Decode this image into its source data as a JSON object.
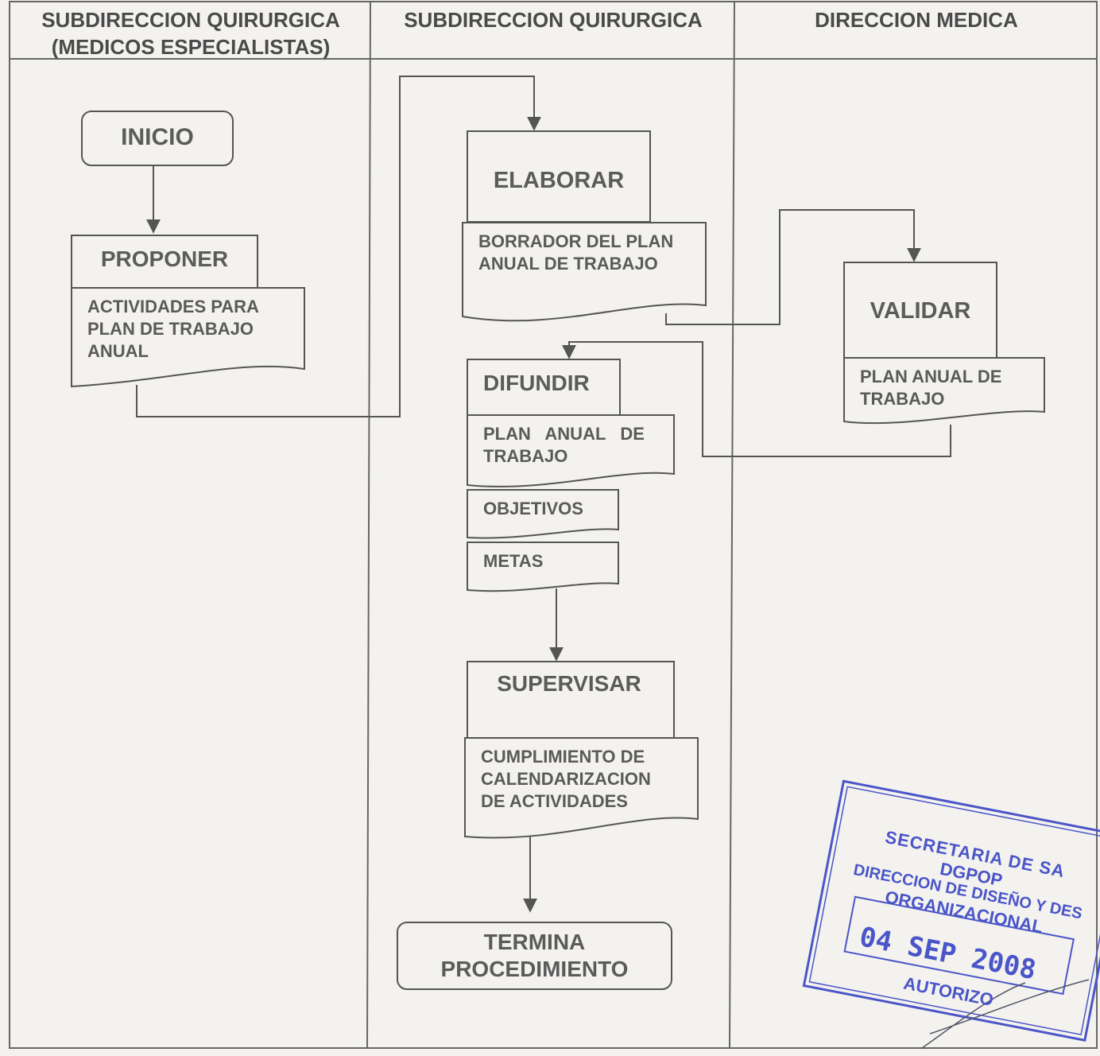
{
  "lanes": {
    "lane1": "SUBDIRECCION QUIRURGICA\n(MEDICOS ESPECIALISTAS)",
    "lane2": "SUBDIRECCION QUIRURGICA",
    "lane3": "DIRECCION MEDICA"
  },
  "steps": {
    "inicio": "INICIO",
    "proponer": "PROPONER",
    "proponer_doc": "ACTIVIDADES PARA\nPLAN DE TRABAJO\nANUAL",
    "elaborar": "ELABORAR",
    "elaborar_doc": "BORRADOR DEL PLAN\nANUAL DE TRABAJO",
    "validar": "VALIDAR",
    "validar_doc": "PLAN ANUAL DE\nTRABAJO",
    "difundir": "DIFUNDIR",
    "difundir_doc": "PLAN   ANUAL   DE\nTRABAJO",
    "objetivos": "OBJETIVOS",
    "metas": "METAS",
    "supervisar": "SUPERVISAR",
    "supervisar_doc": "CUMPLIMIENTO DE\nCALENDARIZACION\nDE ACTIVIDADES",
    "termina": "TERMINA\nPROCEDIMIENTO"
  },
  "stamp": {
    "line1": "SECRETARIA DE SA",
    "line2": "DGPOP",
    "line3": "DIRECCION DE DISEÑO Y DES",
    "line4": "ORGANIZACIONAL",
    "date": "04 SEP 2008",
    "line6": "AUTORIZO",
    "color": "#4a55c8"
  },
  "colors": {
    "line": "#555555",
    "text": "#5a5a5a",
    "background": "#f3f2ef"
  }
}
